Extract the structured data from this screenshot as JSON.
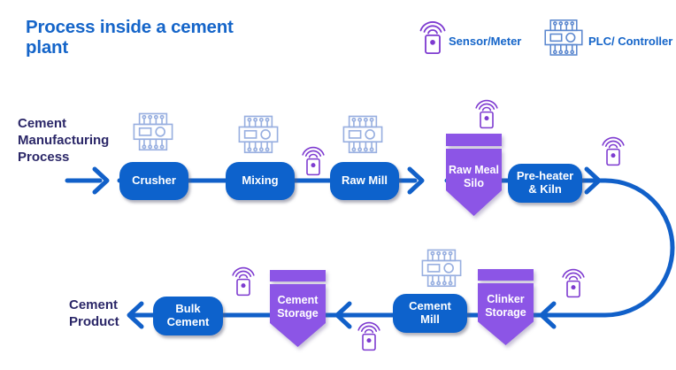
{
  "title": "Process inside a cement plant",
  "legend": {
    "sensor_label": "Sensor/Meter",
    "plc_label": "PLC/ Controller"
  },
  "flow_labels": {
    "input": "Cement Manufacturing Process",
    "output": "Cement Product"
  },
  "steps": {
    "crusher": "Crusher",
    "mixing": "Mixing",
    "raw_mill": "Raw Mill",
    "raw_meal_silo": "Raw Meal Silo",
    "preheater_kiln": "Pre-heater & Kiln",
    "clinker_storage": "Clinker Storage",
    "cement_mill": "Cement Mill",
    "cement_storage": "Cement Storage",
    "bulk_cement": "Bulk Cement"
  },
  "flow_sequence": [
    "Crusher",
    "Mixing",
    "Raw Mill",
    "Raw Meal Silo",
    "Pre-heater & Kiln",
    "Clinker Storage",
    "Cement Mill",
    "Cement Storage",
    "Bulk Cement"
  ],
  "plc_attached_to": [
    "Crusher",
    "Mixing",
    "Raw Mill",
    "Cement Mill"
  ],
  "sensors_located_at": [
    "between Mixing and Raw Mill",
    "above Raw Meal Silo",
    "right of Pre-heater & Kiln",
    "between Bulk Cement and Cement Storage",
    "right of Clinker Storage",
    "below Cement Mill"
  ],
  "colors": {
    "title_blue": "#1565C9",
    "flow_line_blue": "#1160C9",
    "process_box_blue": "#0D62CC",
    "silo_purple": "#8C55E6",
    "sensor_purple": "#7E3BD0",
    "plc_legend_blue": "#5C88CF",
    "plc_flow_blue": "#98AFE0",
    "label_navy": "#2B2768"
  }
}
